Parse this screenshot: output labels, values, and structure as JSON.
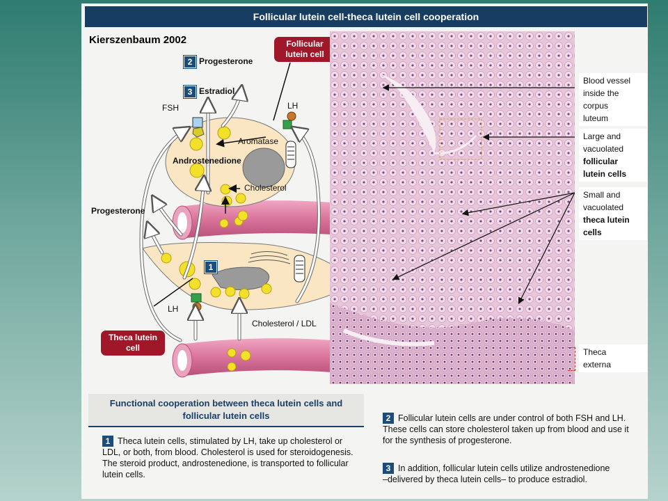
{
  "header": {
    "title": "Follicular lutein cell-theca lutein cell cooperation"
  },
  "citation": "Kierszenbaum 2002",
  "diagram": {
    "tag_follicular": [
      "Follicular",
      "lutein cell"
    ],
    "tag_theca": [
      "Theca lutein",
      "cell"
    ],
    "step2_badge": "2",
    "step2_label": "Progesterone",
    "step3_badge": "3",
    "step3_label": "Estradiol",
    "fsh": "FSH",
    "lh_top": "LH",
    "lh_bottom": "LH",
    "aromatase": "Aromatase",
    "androstenedione": "Androstenedione",
    "cholesterol": "Cholesterol",
    "progesterone_left": "Progesterone",
    "step1_badge": "1",
    "cholesterol_ldl": "Cholesterol / LDL"
  },
  "micrograph": {
    "callouts": [
      {
        "lines": [
          "Blood vessel",
          "inside the",
          "corpus",
          "luteum"
        ],
        "bold": []
      },
      {
        "lines": [
          "Large and",
          "vacuolated"
        ],
        "bold": [
          "follicular",
          "lutein cells"
        ]
      },
      {
        "lines": [
          "Small and",
          "vacuolated"
        ],
        "bold": [
          "theca lutein",
          "cells"
        ]
      },
      {
        "lines": [
          "Theca",
          "externa"
        ],
        "bold": []
      }
    ]
  },
  "panel": {
    "title": [
      "Functional cooperation between theca lutein cells and",
      "follicular lutein cells"
    ],
    "items": [
      {
        "num": "1",
        "text": [
          "Theca lutein cells, stimulated by LH, take up cholesterol or",
          "LDL, or both, from blood. Cholesterol is used for steroidogenesis.",
          "The steroid product, androstenedione, is transported to follicular",
          "lutein cells."
        ]
      },
      {
        "num": "2",
        "text": [
          "Follicular lutein cells are under control of both FSH and LH.",
          "These cells can store cholesterol taken up from blood and use it",
          "for the synthesis of progesterone."
        ]
      },
      {
        "num": "3",
        "text": [
          "In addition, follicular lutein cells utilize androstenedione",
          "–delivered by theca lutein cells– to produce estradiol."
        ]
      }
    ]
  },
  "colors": {
    "title_bar": "#173e62",
    "tag": "#a0172a",
    "badge": "#1a4d7b",
    "vessel": "#d9739a",
    "lipid": "#f2e02a"
  }
}
